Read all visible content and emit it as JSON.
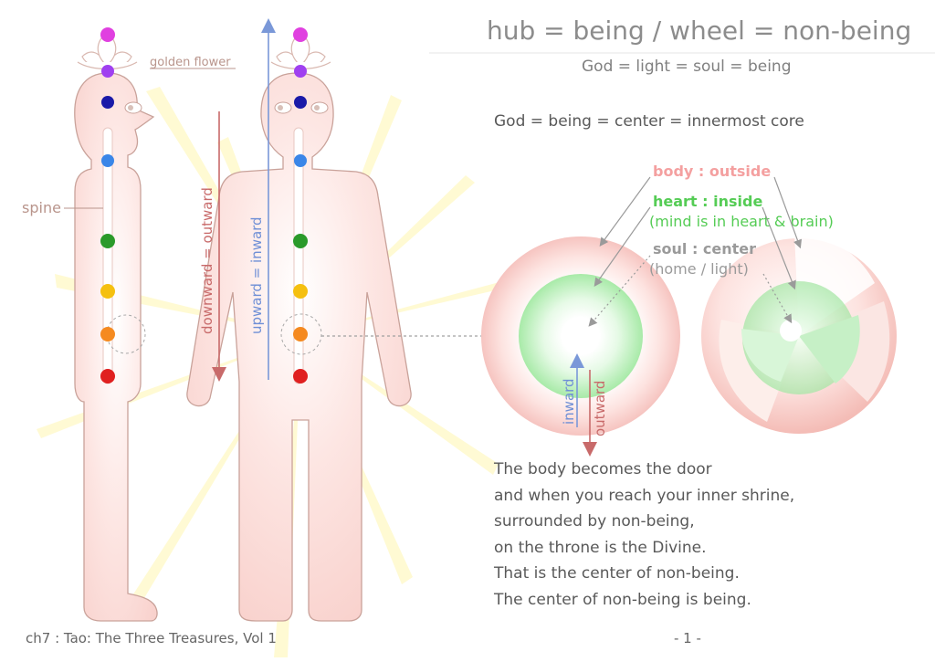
{
  "title": "hub = being / wheel = non-being",
  "subtitle": "God = light = soul = being",
  "equation": "God = being = center = innermost core",
  "labels": {
    "golden_flower": "golden flower",
    "spine": "spine",
    "downward": "downward = outward",
    "upward": "upward = inward",
    "inward": "inward",
    "outward": "outward"
  },
  "layers": {
    "body": "body : outside",
    "heart": "heart : inside",
    "heart_note": "(mind is in heart & brain)",
    "soul": "soul : center",
    "soul_note": "(home / light)"
  },
  "poem": [
    "The body becomes the door",
    "and when you reach your inner shrine,",
    "surrounded by non-being,",
    "on the throne is the Divine.",
    "That is the center of non-being.",
    "The center of non-being is being."
  ],
  "footer": {
    "source": "ch7 : Tao: The Three Treasures, Vol 1",
    "page": "- 1 -"
  },
  "colors": {
    "body_fill": "#fadcd8",
    "body_outline": "#c9a29a",
    "heart_green": "#9de49d",
    "label_pink": "#f4a0a0",
    "label_green": "#55cc55",
    "label_gray": "#9a9a9a",
    "arrow_blue": "#7a98d8",
    "arrow_red": "#c86a6a",
    "chakras": [
      "#e040e0",
      "#a040f0",
      "#1a1aa8",
      "#3a86e8",
      "#2a9a2a",
      "#f5c010",
      "#f58a20",
      "#e02020"
    ]
  }
}
